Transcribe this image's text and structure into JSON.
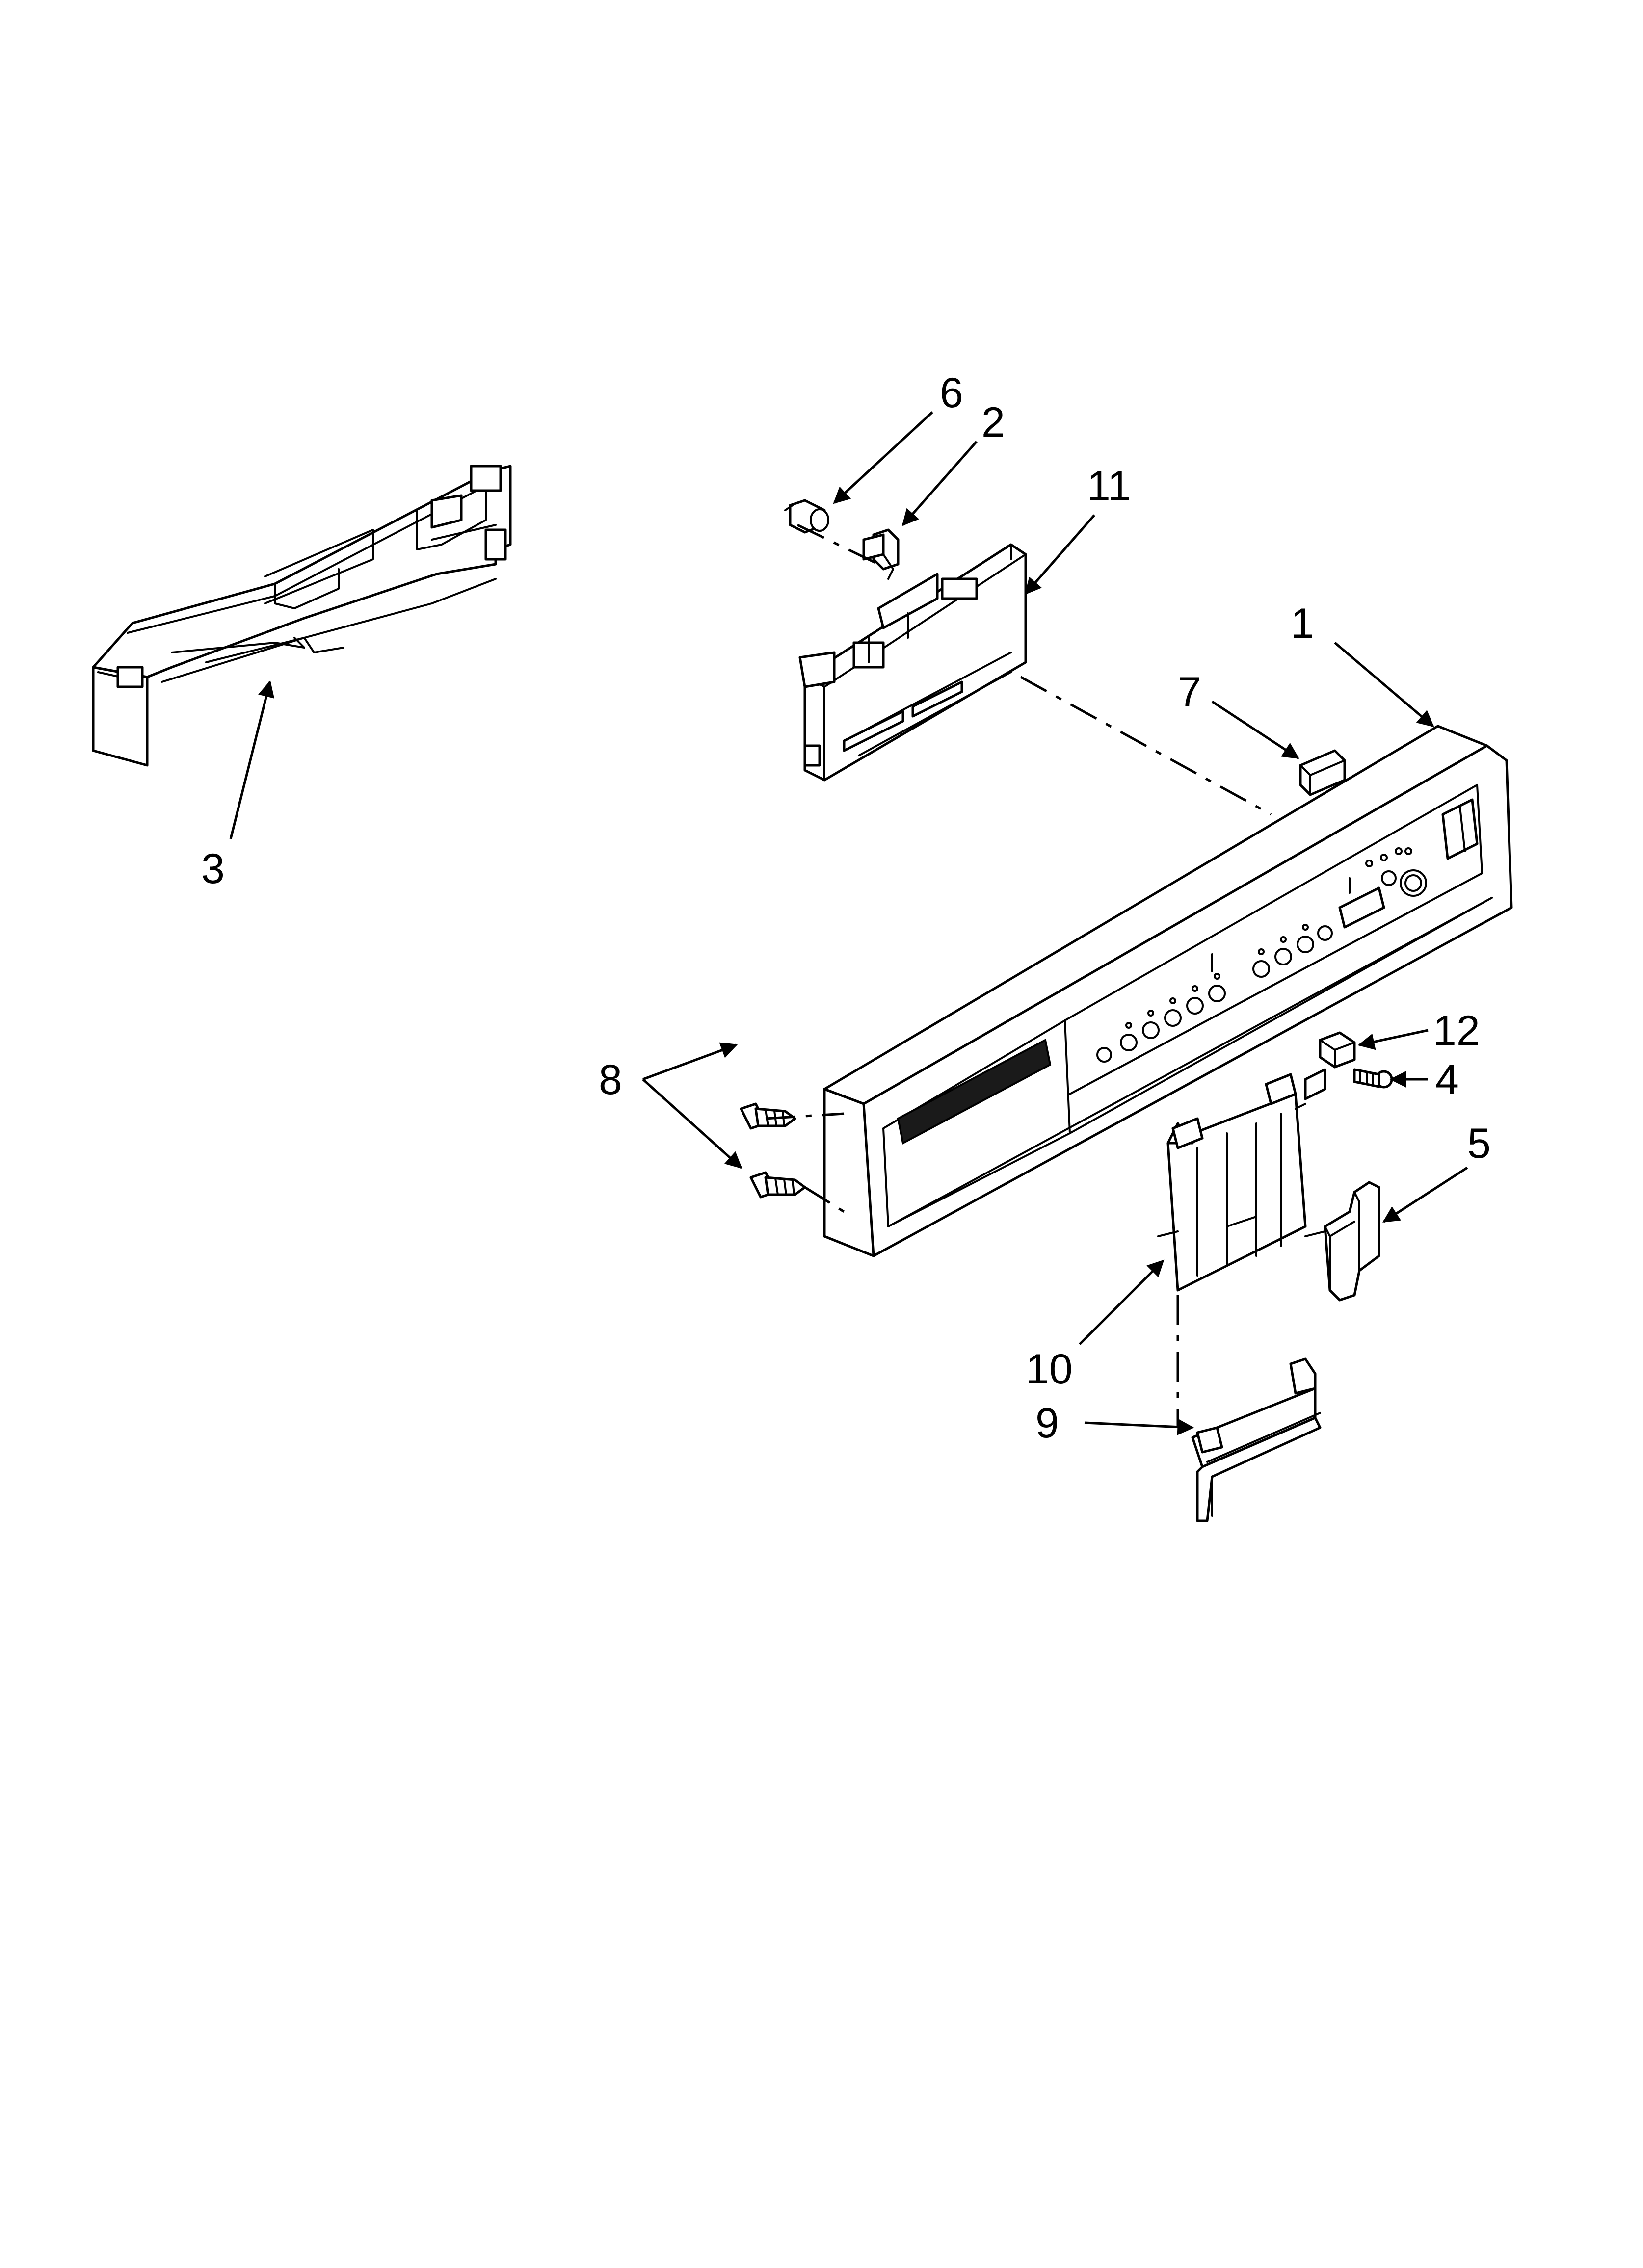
{
  "diagram": {
    "callouts": [
      {
        "id": "part-1",
        "label": "1"
      },
      {
        "id": "part-2",
        "label": "2"
      },
      {
        "id": "part-3",
        "label": "3"
      },
      {
        "id": "part-4",
        "label": "4"
      },
      {
        "id": "part-5",
        "label": "5"
      },
      {
        "id": "part-6",
        "label": "6"
      },
      {
        "id": "part-7",
        "label": "7"
      },
      {
        "id": "part-8",
        "label": "8"
      },
      {
        "id": "part-9",
        "label": "9"
      },
      {
        "id": "part-10",
        "label": "10"
      },
      {
        "id": "part-11",
        "label": "11"
      },
      {
        "id": "part-12",
        "label": "12"
      }
    ]
  }
}
